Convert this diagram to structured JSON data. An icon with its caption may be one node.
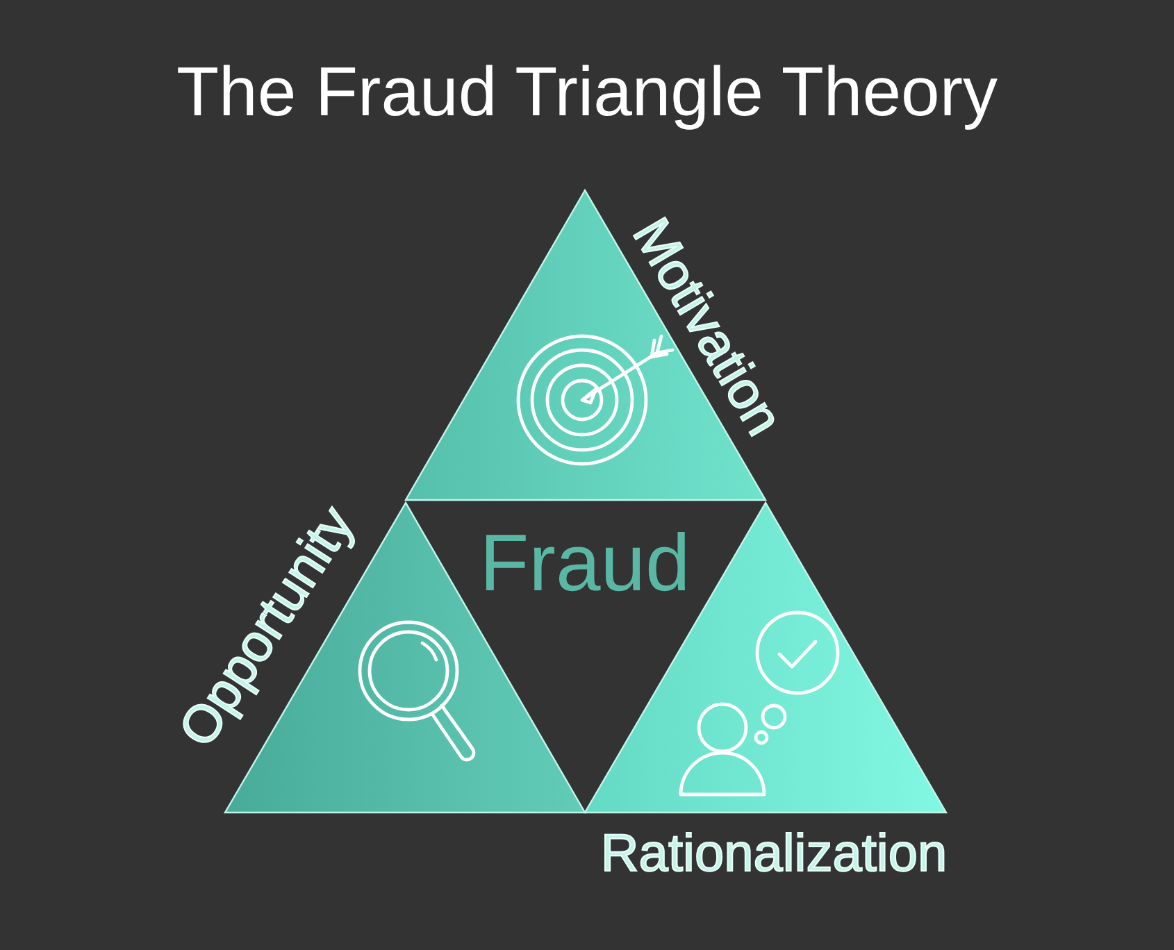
{
  "diagram": {
    "title": "The Fraud Triangle Theory",
    "nodes": [
      {
        "text": [
          "Motivation"
        ]
      },
      {
        "text": [
          "Opportunity"
        ]
      },
      {
        "text": [
          "Fraud"
        ]
      },
      {
        "text": [
          "Rationalization"
        ]
      }
    ]
  }
}
